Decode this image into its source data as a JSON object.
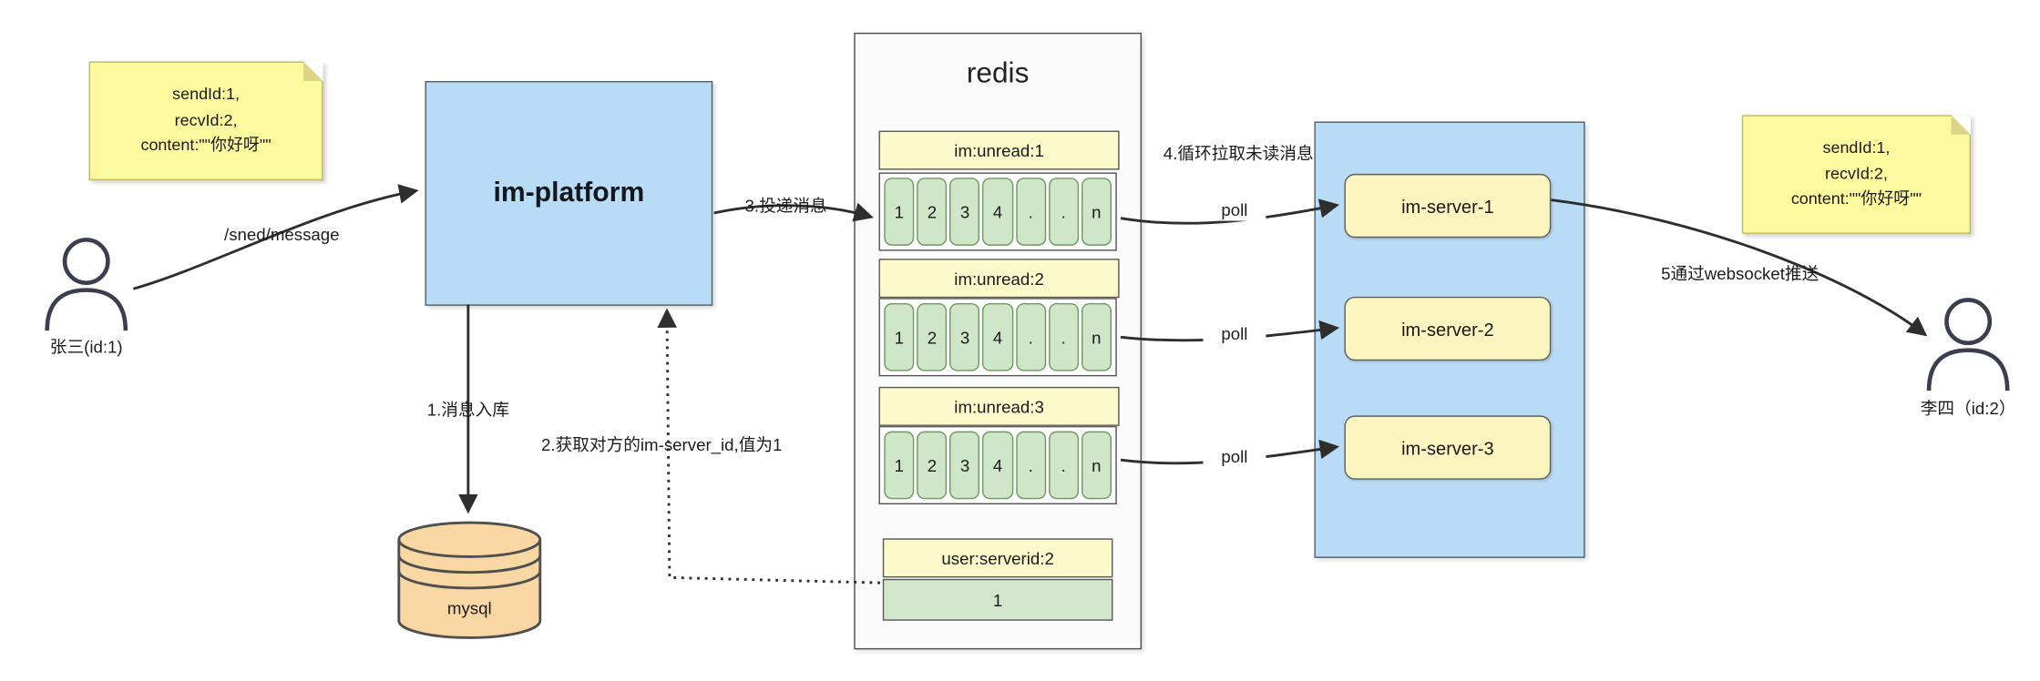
{
  "notes": {
    "sender": {
      "lines": [
        "sendId:1,",
        "recvId:2,",
        "content:\"\"你好呀\"\""
      ]
    },
    "receiver": {
      "lines": [
        "sendId:1,",
        "recvId:2,",
        "content:\"\"你好呀\"\""
      ]
    }
  },
  "actors": {
    "sender": {
      "label": "张三(id:1)"
    },
    "receiver": {
      "label": "李四（id:2）"
    }
  },
  "platform": {
    "label": "im-platform"
  },
  "database": {
    "label": "mysql"
  },
  "redis": {
    "title": "redis",
    "queues": [
      {
        "label": "im:unread:1",
        "cells": [
          "1",
          "2",
          "3",
          "4",
          ".",
          ".",
          "n"
        ]
      },
      {
        "label": "im:unread:2",
        "cells": [
          "1",
          "2",
          "3",
          "4",
          ".",
          ".",
          "n"
        ]
      },
      {
        "label": "im:unread:3",
        "cells": [
          "1",
          "2",
          "3",
          "4",
          ".",
          ".",
          "n"
        ]
      }
    ],
    "mapping": {
      "label": "user:serverid:2",
      "value": "1"
    }
  },
  "servers": [
    {
      "label": "im-server-1"
    },
    {
      "label": "im-server-2"
    },
    {
      "label": "im-server-3"
    }
  ],
  "edges": {
    "send": "/sned/message",
    "step1": "1.消息入库",
    "step2": "2.获取对方的im-server_id,值为1",
    "step3": "3.投递消息",
    "step4": "4.循环拉取未读消息",
    "step5": "5通过websocket推送",
    "poll": "poll"
  },
  "colors": {
    "note_yellow": "#fdf99e",
    "box_yellow": "#fdf5bf",
    "cell_green": "#cfe6c8",
    "box_blue": "#b9dcf6",
    "db_orange": "#f9d7a2",
    "arrow": "#2e2e2e"
  }
}
